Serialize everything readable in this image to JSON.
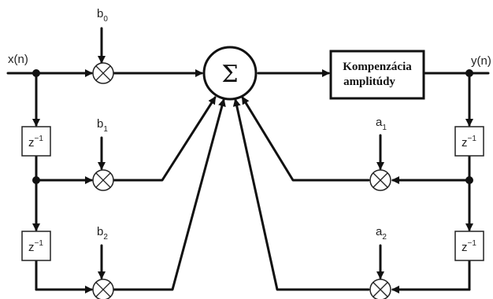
{
  "inputs": {
    "x": "x(n)",
    "y": "y(n)"
  },
  "coef_labels": [
    {
      "base": "b",
      "sub": "0"
    },
    {
      "base": "b",
      "sub": "1"
    },
    {
      "base": "b",
      "sub": "2"
    },
    {
      "base": "a",
      "sub": "1"
    },
    {
      "base": "a",
      "sub": "2"
    }
  ],
  "delay": {
    "base": "z",
    "exp": "−1"
  },
  "sum_symbol": "Σ",
  "comp_box": {
    "line1": "Kompenzácia",
    "line2": "amplitúdy"
  }
}
